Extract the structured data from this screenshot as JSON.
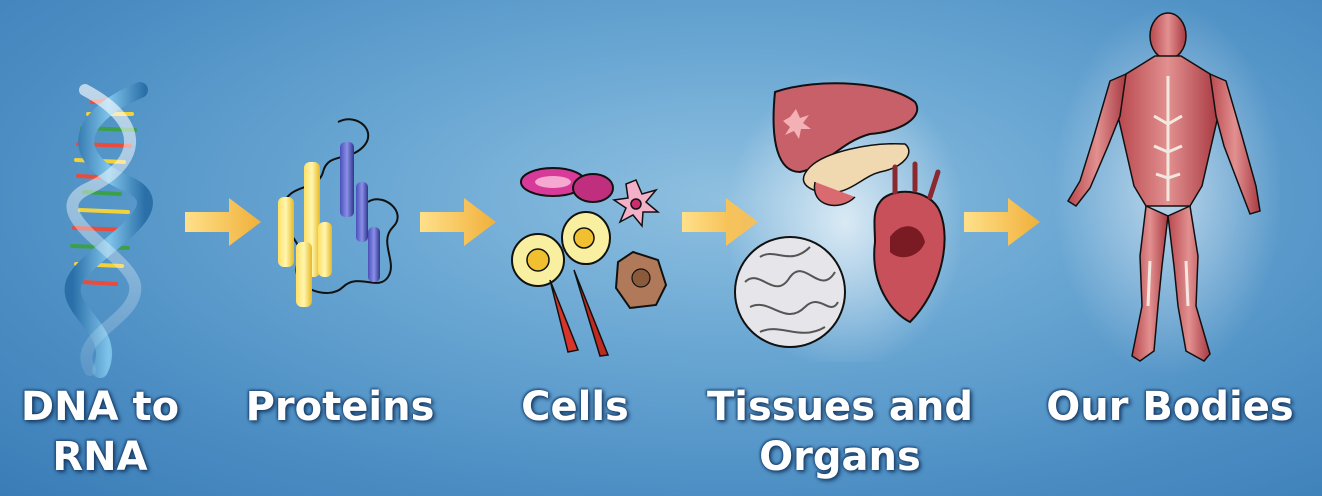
{
  "stages": [
    {
      "id": "dna",
      "label_line1": "DNA to",
      "label_line2": "RNA"
    },
    {
      "id": "proteins",
      "label_line1": "Proteins",
      "label_line2": ""
    },
    {
      "id": "cells",
      "label_line1": "Cells",
      "label_line2": ""
    },
    {
      "id": "tissues",
      "label_line1": "Tissues and",
      "label_line2": "Organs"
    },
    {
      "id": "bodies",
      "label_line1": "Our Bodies",
      "label_line2": ""
    }
  ],
  "colors": {
    "arrow": "#f4c24a",
    "background": "#5a9acb",
    "label_text": "#ffffff"
  }
}
